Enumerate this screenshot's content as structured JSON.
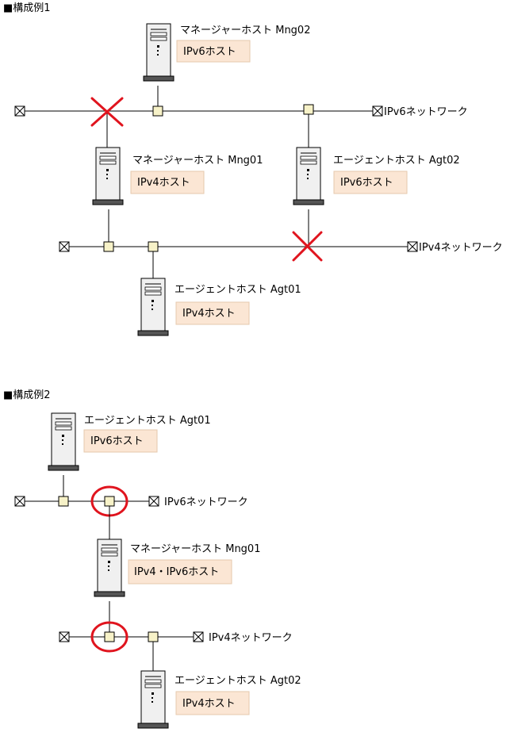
{
  "config1": {
    "heading": "■構成例1",
    "hosts": [
      {
        "name": "マネージャーホスト Mng02",
        "type": "IPv6ホスト"
      },
      {
        "name": "マネージャーホスト Mng01",
        "type": "IPv4ホスト"
      },
      {
        "name": "エージェントホスト Agt02",
        "type": "IPv6ホスト"
      },
      {
        "name": "エージェントホスト Agt01",
        "type": "IPv4ホスト"
      }
    ],
    "networks": {
      "ipv6": "IPv6ネットワーク",
      "ipv4": "IPv4ネットワーク"
    }
  },
  "config2": {
    "heading": "■構成例2",
    "hosts": [
      {
        "name": "エージェントホスト Agt01",
        "type": "IPv6ホスト"
      },
      {
        "name": "マネージャーホスト Mng01",
        "type": "IPv4・IPv6ホスト"
      },
      {
        "name": "エージェントホスト Agt02",
        "type": "IPv4ホスト"
      }
    ],
    "networks": {
      "ipv6": "IPv6ネットワーク",
      "ipv4": "IPv4ネットワーク"
    }
  },
  "colors": {
    "accent": "#e0141e",
    "label_box": "#fbe6d4",
    "junction": "#f7f2c8"
  }
}
